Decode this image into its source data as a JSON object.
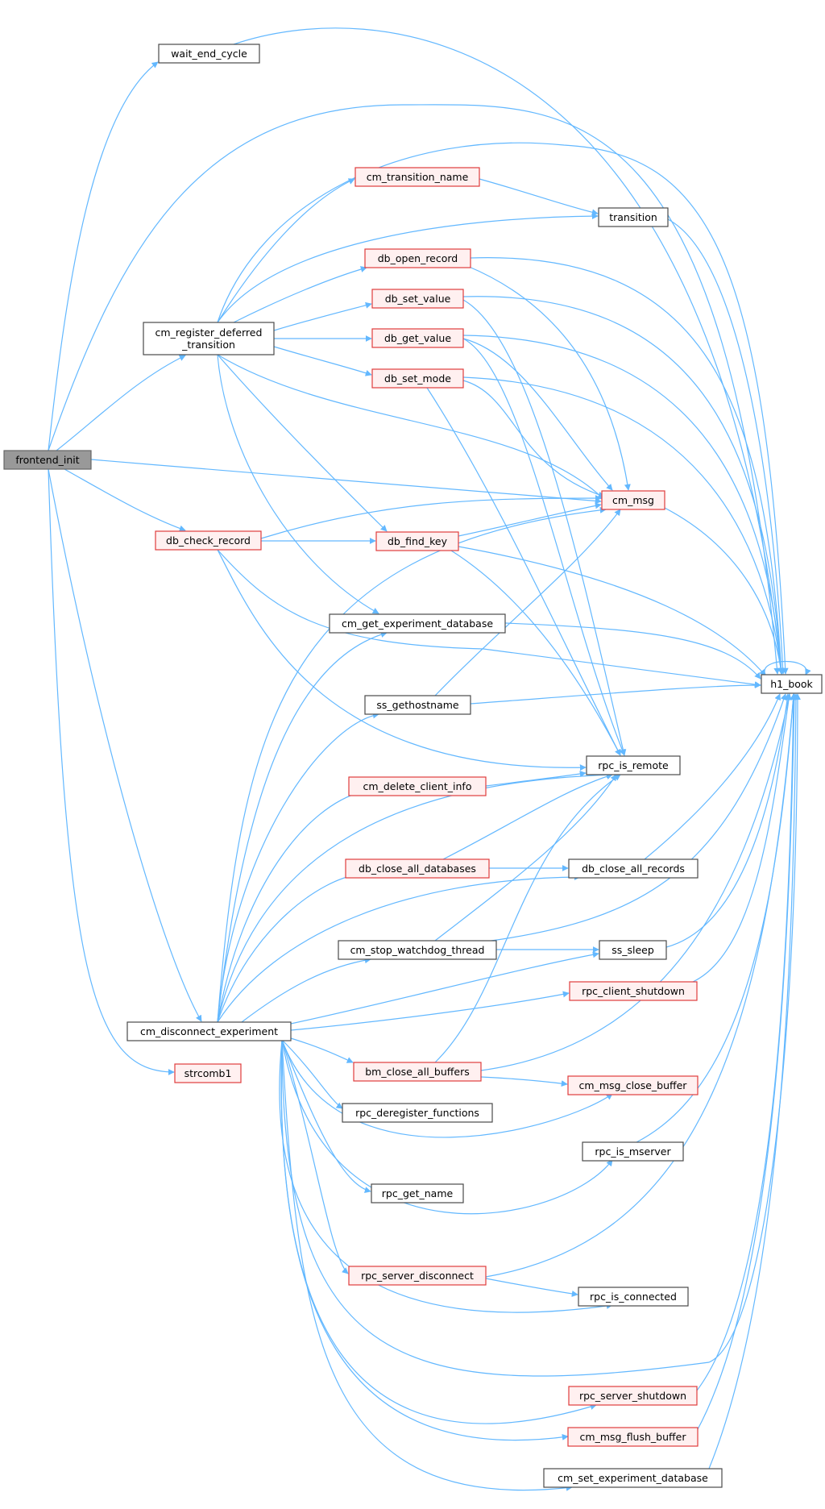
{
  "graph": {
    "type": "call-graph",
    "colors": {
      "edge": "#63b8ff",
      "root_fill": "#999999",
      "red_border": "#e03c3c",
      "plain_border": "#4a4a4a",
      "red_fill": "#fff0f0"
    },
    "nodes": {
      "frontend_init": {
        "label": "frontend_init",
        "style": "root"
      },
      "wait_end_cycle": {
        "label": "wait_end_cycle",
        "style": "plain"
      },
      "cm_register_deferred_transition": {
        "label": [
          "cm_register_deferred",
          "_transition"
        ],
        "style": "plain"
      },
      "db_check_record": {
        "label": "db_check_record",
        "style": "red"
      },
      "cm_disconnect_experiment": {
        "label": "cm_disconnect_experiment",
        "style": "plain"
      },
      "strcomb1": {
        "label": "strcomb1",
        "style": "red"
      },
      "cm_transition_name": {
        "label": "cm_transition_name",
        "style": "red"
      },
      "transition": {
        "label": "transition",
        "style": "plain"
      },
      "db_open_record": {
        "label": "db_open_record",
        "style": "red"
      },
      "db_set_value": {
        "label": "db_set_value",
        "style": "red"
      },
      "db_get_value": {
        "label": "db_get_value",
        "style": "red"
      },
      "db_set_mode": {
        "label": "db_set_mode",
        "style": "red"
      },
      "cm_msg": {
        "label": "cm_msg",
        "style": "red"
      },
      "db_find_key": {
        "label": "db_find_key",
        "style": "red"
      },
      "cm_get_experiment_database": {
        "label": "cm_get_experiment_database",
        "style": "plain"
      },
      "ss_gethostname": {
        "label": "ss_gethostname",
        "style": "plain"
      },
      "cm_delete_client_info": {
        "label": "cm_delete_client_info",
        "style": "red"
      },
      "db_close_all_databases": {
        "label": "db_close_all_databases",
        "style": "red"
      },
      "cm_stop_watchdog_thread": {
        "label": "cm_stop_watchdog_thread",
        "style": "plain"
      },
      "bm_close_all_buffers": {
        "label": "bm_close_all_buffers",
        "style": "red"
      },
      "rpc_deregister_functions": {
        "label": "rpc_deregister_functions",
        "style": "plain"
      },
      "rpc_get_name": {
        "label": "rpc_get_name",
        "style": "plain"
      },
      "rpc_server_disconnect": {
        "label": "rpc_server_disconnect",
        "style": "red"
      },
      "h1_book": {
        "label": "h1_book",
        "style": "plain"
      },
      "rpc_is_remote": {
        "label": "rpc_is_remote",
        "style": "plain"
      },
      "db_close_all_records": {
        "label": "db_close_all_records",
        "style": "plain"
      },
      "ss_sleep": {
        "label": "ss_sleep",
        "style": "plain"
      },
      "rpc_client_shutdown": {
        "label": "rpc_client_shutdown",
        "style": "red"
      },
      "cm_msg_close_buffer": {
        "label": "cm_msg_close_buffer",
        "style": "red"
      },
      "rpc_is_mserver": {
        "label": "rpc_is_mserver",
        "style": "plain"
      },
      "rpc_is_connected": {
        "label": "rpc_is_connected",
        "style": "plain"
      },
      "rpc_server_shutdown": {
        "label": "rpc_server_shutdown",
        "style": "red"
      },
      "cm_msg_flush_buffer": {
        "label": "cm_msg_flush_buffer",
        "style": "red"
      },
      "cm_set_experiment_database": {
        "label": "cm_set_experiment_database",
        "style": "plain"
      }
    },
    "edges": [
      [
        "frontend_init",
        "wait_end_cycle"
      ],
      [
        "frontend_init",
        "h1_book"
      ],
      [
        "frontend_init",
        "cm_register_deferred_transition"
      ],
      [
        "frontend_init",
        "cm_msg"
      ],
      [
        "frontend_init",
        "db_check_record"
      ],
      [
        "frontend_init",
        "cm_disconnect_experiment"
      ],
      [
        "frontend_init",
        "strcomb1"
      ],
      [
        "wait_end_cycle",
        "h1_book"
      ],
      [
        "cm_register_deferred_transition",
        "h1_book"
      ],
      [
        "cm_register_deferred_transition",
        "cm_transition_name"
      ],
      [
        "cm_register_deferred_transition",
        "transition"
      ],
      [
        "cm_register_deferred_transition",
        "db_open_record"
      ],
      [
        "cm_register_deferred_transition",
        "db_set_value"
      ],
      [
        "cm_register_deferred_transition",
        "db_get_value"
      ],
      [
        "cm_register_deferred_transition",
        "db_set_mode"
      ],
      [
        "cm_register_deferred_transition",
        "cm_msg"
      ],
      [
        "cm_register_deferred_transition",
        "db_find_key"
      ],
      [
        "cm_register_deferred_transition",
        "cm_get_experiment_database"
      ],
      [
        "cm_transition_name",
        "transition"
      ],
      [
        "transition",
        "h1_book"
      ],
      [
        "db_open_record",
        "h1_book"
      ],
      [
        "db_open_record",
        "cm_msg"
      ],
      [
        "db_set_value",
        "h1_book"
      ],
      [
        "db_set_value",
        "rpc_is_remote"
      ],
      [
        "db_get_value",
        "h1_book"
      ],
      [
        "db_get_value",
        "cm_msg"
      ],
      [
        "db_get_value",
        "rpc_is_remote"
      ],
      [
        "db_set_mode",
        "h1_book"
      ],
      [
        "db_set_mode",
        "cm_msg"
      ],
      [
        "db_set_mode",
        "rpc_is_remote"
      ],
      [
        "cm_msg",
        "h1_book"
      ],
      [
        "db_check_record",
        "cm_msg"
      ],
      [
        "db_check_record",
        "db_find_key"
      ],
      [
        "db_check_record",
        "h1_book"
      ],
      [
        "db_check_record",
        "rpc_is_remote"
      ],
      [
        "db_find_key",
        "cm_msg"
      ],
      [
        "db_find_key",
        "h1_book"
      ],
      [
        "db_find_key",
        "rpc_is_remote"
      ],
      [
        "cm_get_experiment_database",
        "h1_book"
      ],
      [
        "ss_gethostname",
        "h1_book"
      ],
      [
        "ss_gethostname",
        "cm_msg"
      ],
      [
        "h1_book",
        "h1_book"
      ],
      [
        "cm_disconnect_experiment",
        "cm_msg"
      ],
      [
        "cm_disconnect_experiment",
        "cm_get_experiment_database"
      ],
      [
        "cm_disconnect_experiment",
        "ss_gethostname"
      ],
      [
        "cm_disconnect_experiment",
        "cm_delete_client_info"
      ],
      [
        "cm_disconnect_experiment",
        "rpc_is_remote"
      ],
      [
        "cm_disconnect_experiment",
        "db_close_all_databases"
      ],
      [
        "cm_disconnect_experiment",
        "db_close_all_records"
      ],
      [
        "cm_disconnect_experiment",
        "cm_stop_watchdog_thread"
      ],
      [
        "cm_disconnect_experiment",
        "ss_sleep"
      ],
      [
        "cm_disconnect_experiment",
        "rpc_client_shutdown"
      ],
      [
        "cm_disconnect_experiment",
        "bm_close_all_buffers"
      ],
      [
        "cm_disconnect_experiment",
        "rpc_deregister_functions"
      ],
      [
        "cm_disconnect_experiment",
        "cm_msg_close_buffer"
      ],
      [
        "cm_disconnect_experiment",
        "rpc_is_mserver"
      ],
      [
        "cm_disconnect_experiment",
        "rpc_get_name"
      ],
      [
        "cm_disconnect_experiment",
        "rpc_server_disconnect"
      ],
      [
        "cm_disconnect_experiment",
        "rpc_is_connected"
      ],
      [
        "cm_disconnect_experiment",
        "h1_book"
      ],
      [
        "cm_disconnect_experiment",
        "rpc_server_shutdown"
      ],
      [
        "cm_disconnect_experiment",
        "cm_msg_flush_buffer"
      ],
      [
        "cm_disconnect_experiment",
        "cm_set_experiment_database"
      ],
      [
        "cm_delete_client_info",
        "rpc_is_remote"
      ],
      [
        "db_close_all_databases",
        "rpc_is_remote"
      ],
      [
        "db_close_all_databases",
        "db_close_all_records"
      ],
      [
        "db_close_all_records",
        "h1_book"
      ],
      [
        "cm_stop_watchdog_thread",
        "h1_book"
      ],
      [
        "cm_stop_watchdog_thread",
        "rpc_is_remote"
      ],
      [
        "cm_stop_watchdog_thread",
        "ss_sleep"
      ],
      [
        "ss_sleep",
        "h1_book"
      ],
      [
        "rpc_client_shutdown",
        "h1_book"
      ],
      [
        "bm_close_all_buffers",
        "h1_book"
      ],
      [
        "bm_close_all_buffers",
        "rpc_is_remote"
      ],
      [
        "bm_close_all_buffers",
        "cm_msg_close_buffer"
      ],
      [
        "rpc_is_mserver",
        "h1_book"
      ],
      [
        "rpc_server_disconnect",
        "h1_book"
      ],
      [
        "rpc_server_disconnect",
        "rpc_is_connected"
      ],
      [
        "rpc_server_shutdown",
        "h1_book"
      ],
      [
        "cm_msg_flush_buffer",
        "h1_book"
      ],
      [
        "cm_set_experiment_database",
        "h1_book"
      ]
    ]
  }
}
